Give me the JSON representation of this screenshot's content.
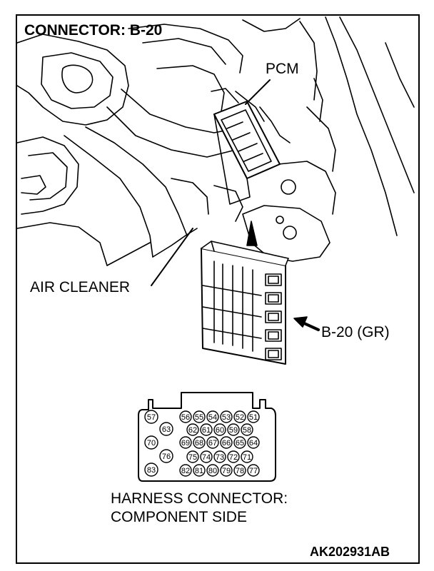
{
  "title": "CONNECTOR: B-20",
  "labels": {
    "pcm": "PCM",
    "air_cleaner": "AIR CLEANER",
    "connector_id": "B-20 (GR)",
    "harness_line1": "HARNESS CONNECTOR:",
    "harness_line2": "COMPONENT SIDE",
    "figure_code": "AK202931AB"
  },
  "connector_pins": {
    "row1_left": "57",
    "row1": [
      "56",
      "55",
      "54",
      "53",
      "52",
      "51"
    ],
    "row2_left": "63",
    "row2": [
      "62",
      "61",
      "60",
      "59",
      "58"
    ],
    "row3_left": "70",
    "row3": [
      "69",
      "68",
      "67",
      "66",
      "65",
      "64"
    ],
    "row4_left": "76",
    "row4": [
      "75",
      "74",
      "73",
      "72",
      "71"
    ],
    "row5_left": "83",
    "row5": [
      "82",
      "81",
      "80",
      "79",
      "78",
      "77"
    ]
  }
}
